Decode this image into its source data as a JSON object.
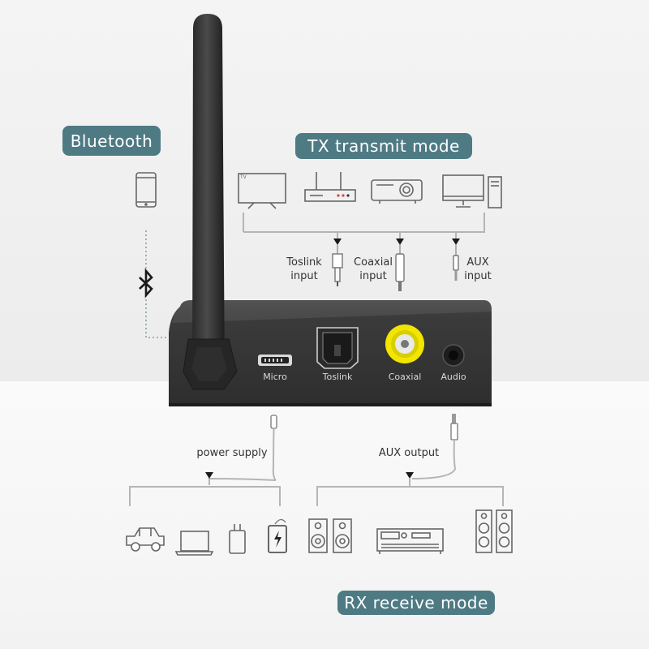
{
  "labels": {
    "bluetooth": "Bluetooth",
    "tx_mode": "TX transmit mode",
    "rx_mode": "RX receive mode"
  },
  "tx_inputs": [
    {
      "line1": "Toslink",
      "line2": "input"
    },
    {
      "line1": "Coaxial",
      "line2": "input"
    },
    {
      "line1": "AUX",
      "line2": "input"
    }
  ],
  "device_ports": [
    "Micro",
    "Toslink",
    "Coaxial",
    "Audio"
  ],
  "rx_outputs": {
    "power": "power supply",
    "aux": "AUX output"
  },
  "tv_badge": "TV",
  "colors": {
    "accent": "#4e7a84",
    "device_body": "#3a3a3a",
    "coaxial_jack": "#f2e600",
    "line_gray": "#b5b5b5"
  },
  "icons": {
    "tx_devices": [
      "tv-icon",
      "router-icon",
      "projector-icon",
      "monitor-pc-icon"
    ],
    "power_devices": [
      "car-icon",
      "laptop-icon",
      "charger-icon",
      "power-bank-icon"
    ],
    "audio_devices": [
      "bookshelf-speakers-icon",
      "av-receiver-icon",
      "tower-speakers-icon"
    ]
  }
}
